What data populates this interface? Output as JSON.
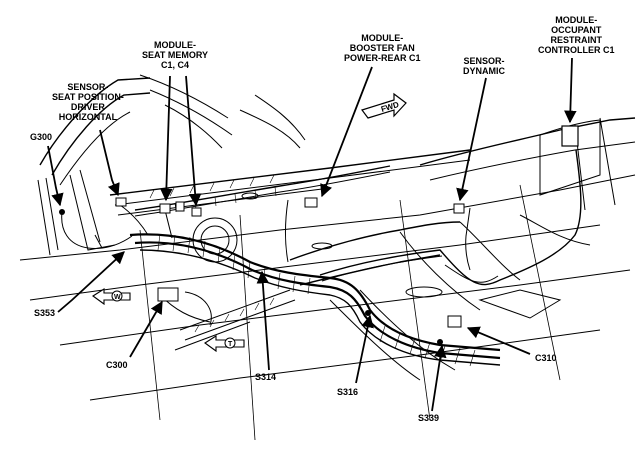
{
  "labels": {
    "g300": "G300",
    "sensor_seat_position": [
      "SENSOR-",
      "SEAT POSITION-",
      "DRIVER",
      "HORIZONTAL"
    ],
    "module_seat_memory": [
      "MODULE-",
      "SEAT MEMORY",
      "C1, C4"
    ],
    "module_booster_fan": [
      "MODULE-",
      "BOOSTER FAN",
      "POWER-REAR C1"
    ],
    "sensor_dynamic": [
      "SENSOR-",
      "DYNAMIC"
    ],
    "module_occupant": [
      "MODULE-",
      "OCCUPANT",
      "RESTRAINT",
      "CONTROLLER C1"
    ],
    "s353": "S353",
    "c300": "C300",
    "s314": "S314",
    "s316": "S316",
    "c310": "C310",
    "s339": "S339"
  },
  "arrows": {
    "fwd": "FWD",
    "w": "W",
    "t": "T"
  },
  "icons": [
    "arrowhead-icon"
  ]
}
